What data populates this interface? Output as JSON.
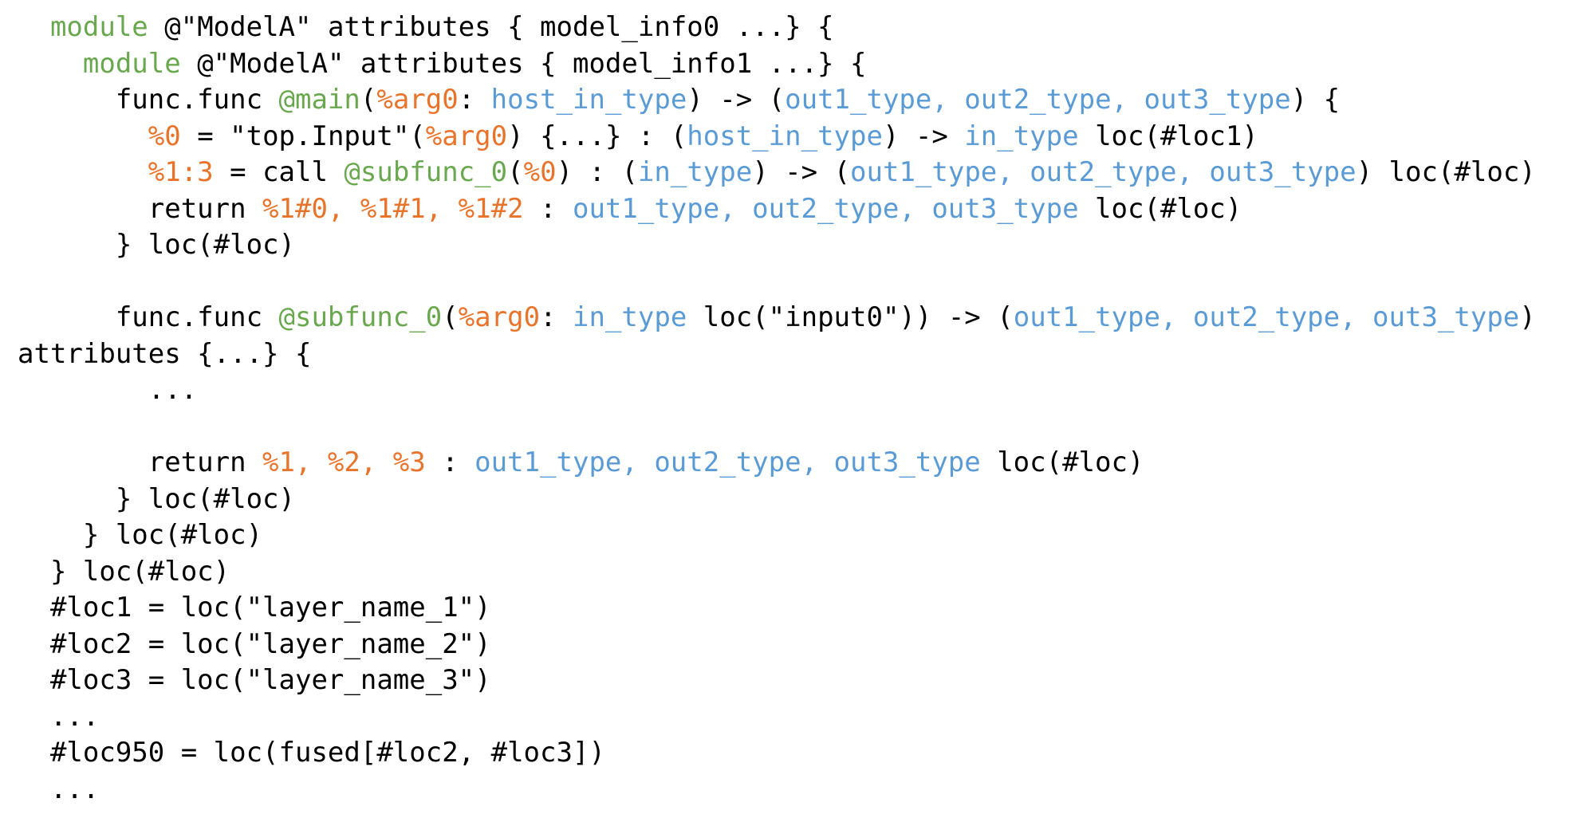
{
  "colors": {
    "keyword": "#6aa84f",
    "function": "#6aa84f",
    "variable": "#e8742b",
    "type": "#5b9bd5",
    "plain": "#000000",
    "background": "#ffffff"
  },
  "lines": [
    [
      [
        "pl",
        "  "
      ],
      [
        "kw",
        "module"
      ],
      [
        "pl",
        " @\"ModelA\" attributes { model_info0 ...} {"
      ]
    ],
    [
      [
        "pl",
        "    "
      ],
      [
        "kw",
        "module"
      ],
      [
        "pl",
        " @\"ModelA\" attributes { model_info1 ...} {"
      ]
    ],
    [
      [
        "pl",
        "      func.func "
      ],
      [
        "fn",
        "@main"
      ],
      [
        "pl",
        "("
      ],
      [
        "var",
        "%arg0"
      ],
      [
        "pl",
        ": "
      ],
      [
        "ty",
        "host_in_type"
      ],
      [
        "pl",
        ") -> ("
      ],
      [
        "ty",
        "out1_type, out2_type, out3_type"
      ],
      [
        "pl",
        ") {"
      ]
    ],
    [
      [
        "pl",
        "        "
      ],
      [
        "var",
        "%0"
      ],
      [
        "pl",
        " = \"top.Input\"("
      ],
      [
        "var",
        "%arg0"
      ],
      [
        "pl",
        ") {...} : ("
      ],
      [
        "ty",
        "host_in_type"
      ],
      [
        "pl",
        ") -> "
      ],
      [
        "ty",
        "in_type"
      ],
      [
        "pl",
        " loc(#loc1)"
      ]
    ],
    [
      [
        "pl",
        "        "
      ],
      [
        "var",
        "%1:3"
      ],
      [
        "pl",
        " = call "
      ],
      [
        "fn",
        "@subfunc_0"
      ],
      [
        "pl",
        "("
      ],
      [
        "var",
        "%0"
      ],
      [
        "pl",
        ") : ("
      ],
      [
        "ty",
        "in_type"
      ],
      [
        "pl",
        ") -> ("
      ],
      [
        "ty",
        "out1_type, out2_type, out3_type"
      ],
      [
        "pl",
        ") loc(#loc)"
      ]
    ],
    [
      [
        "pl",
        "        return "
      ],
      [
        "var",
        "%1#0, %1#1, %1#2"
      ],
      [
        "pl",
        " : "
      ],
      [
        "ty",
        "out1_type, out2_type, out3_type"
      ],
      [
        "pl",
        " loc(#loc)"
      ]
    ],
    [
      [
        "pl",
        "      } loc(#loc)"
      ]
    ],
    [
      [
        "pl",
        ""
      ]
    ],
    [
      [
        "pl",
        "      func.func "
      ],
      [
        "fn",
        "@subfunc_0"
      ],
      [
        "pl",
        "("
      ],
      [
        "var",
        "%arg0"
      ],
      [
        "pl",
        ": "
      ],
      [
        "ty",
        "in_type"
      ],
      [
        "pl",
        " loc(\"input0\")) -> ("
      ],
      [
        "ty",
        "out1_type, out2_type, out3_type"
      ],
      [
        "pl",
        ")"
      ]
    ],
    [
      [
        "pl",
        "attributes {...} {"
      ]
    ],
    [
      [
        "pl",
        "        ..."
      ]
    ],
    [
      [
        "pl",
        ""
      ]
    ],
    [
      [
        "pl",
        "        return "
      ],
      [
        "var",
        "%1, %2, %3"
      ],
      [
        "pl",
        " : "
      ],
      [
        "ty",
        "out1_type, out2_type, out3_type"
      ],
      [
        "pl",
        " loc(#loc)"
      ]
    ],
    [
      [
        "pl",
        "      } loc(#loc)"
      ]
    ],
    [
      [
        "pl",
        "    } loc(#loc)"
      ]
    ],
    [
      [
        "pl",
        "  } loc(#loc)"
      ]
    ],
    [
      [
        "pl",
        "  #loc1 = loc(\"layer_name_1\")"
      ]
    ],
    [
      [
        "pl",
        "  #loc2 = loc(\"layer_name_2\")"
      ]
    ],
    [
      [
        "pl",
        "  #loc3 = loc(\"layer_name_3\")"
      ]
    ],
    [
      [
        "pl",
        "  ..."
      ]
    ],
    [
      [
        "pl",
        "  #loc950 = loc(fused[#loc2, #loc3])"
      ]
    ],
    [
      [
        "pl",
        "  ..."
      ]
    ]
  ]
}
